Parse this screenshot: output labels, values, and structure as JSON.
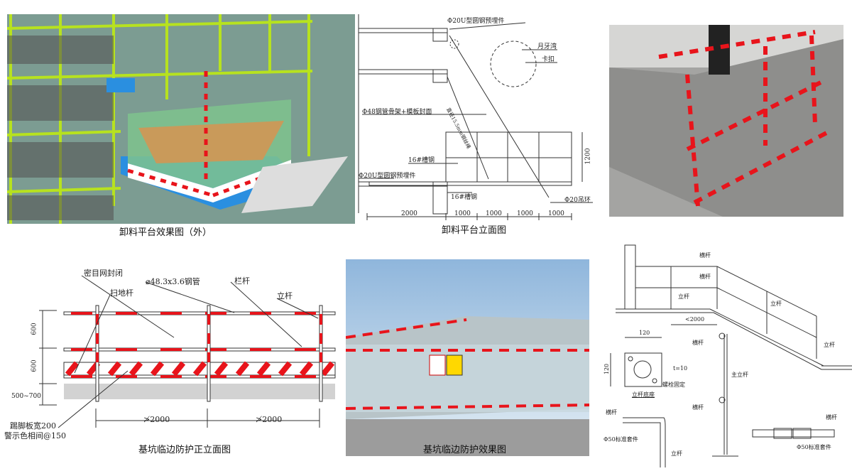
{
  "panels": {
    "platform_render": {
      "caption": "卸料平台效果图（外）"
    },
    "platform_elevation": {
      "caption": "卸料平台立面图",
      "labels": {
        "embed_top": "Φ20U型圆钢预埋件",
        "crescent": "月牙湾",
        "clip": "卡扣",
        "frame": "Φ48钢管骨架+模板封面",
        "channel1": "16#槽钢",
        "embed_bottom": "Φ20U型圆钢预埋件",
        "channel2": "16#槽钢",
        "ring": "Φ20吊环",
        "rope": "直径15.5mm钢丝绳",
        "height": "1200"
      },
      "dims": [
        "2000",
        "1000",
        "1000",
        "1000",
        "1000"
      ]
    },
    "stair_photo": {},
    "pit_elevation": {
      "caption": "基坑临边防护正立面图",
      "labels": {
        "mesh": "密目网封闭",
        "pipe": "⌀48.3x3.6钢管",
        "rail": "栏杆",
        "sweep": "扫地杆",
        "post": "立杆",
        "toe1": "踢脚板宽200",
        "toe2": "警示色相间@150"
      },
      "dims_v": [
        "600",
        "600",
        "500~700"
      ],
      "dims_h": [
        "≯2000",
        "≯2000"
      ]
    },
    "pit_render": {
      "caption": "基坑临边防护效果图"
    },
    "stair_detail": {
      "labels": {
        "rail_top": "横杆",
        "rail_mid": "横杆",
        "post1": "立杆",
        "post2": "立杆",
        "post3": "立杆",
        "span": "<2000",
        "plate_w": "120",
        "plate_h": "120",
        "thickness": "t=10",
        "bolt": "螺栓固定",
        "base": "立杆底座",
        "main_post": "主立杆",
        "rail_a": "横杆",
        "rail_b": "横杆",
        "rail_c": "横杆",
        "sleeve1": "Φ50标准套件",
        "post4": "立杆",
        "rail_d": "横杆",
        "sleeve2": "Φ50标准套件"
      }
    }
  },
  "colors": {
    "red": "#e8141b",
    "green": "#9fd11f",
    "wood": "#c99a5a"
  }
}
